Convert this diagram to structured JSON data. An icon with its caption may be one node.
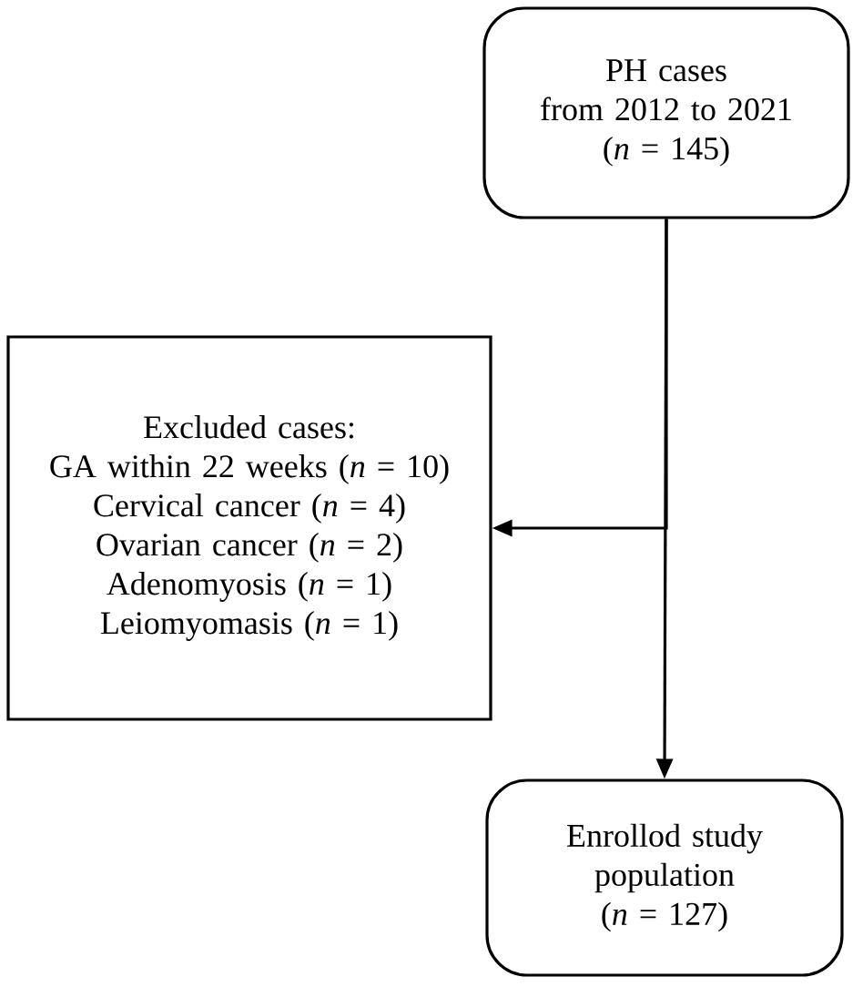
{
  "diagram": {
    "nodes": [
      {
        "text": [
          "PH cases",
          "from 2012 to 2021",
          "(*n* = 145)"
        ]
      },
      {
        "text": [
          "Excluded cases:",
          "GA within 22 weeks (*n* = 10)",
          "Cervical cancer (*n* = 4)",
          "Ovarian cancer (*n* = 2)",
          "Adenomyosis (*n* = 1)",
          "Leiomyomasis (*n* = 1)"
        ]
      },
      {
        "text": [
          "Enrollod study population",
          "(*n* = 127)"
        ]
      }
    ],
    "edges": [
      {
        "from": 0,
        "to": 1,
        "arrow": "to"
      },
      {
        "from": 0,
        "to": 2,
        "arrow": "to"
      }
    ]
  }
}
